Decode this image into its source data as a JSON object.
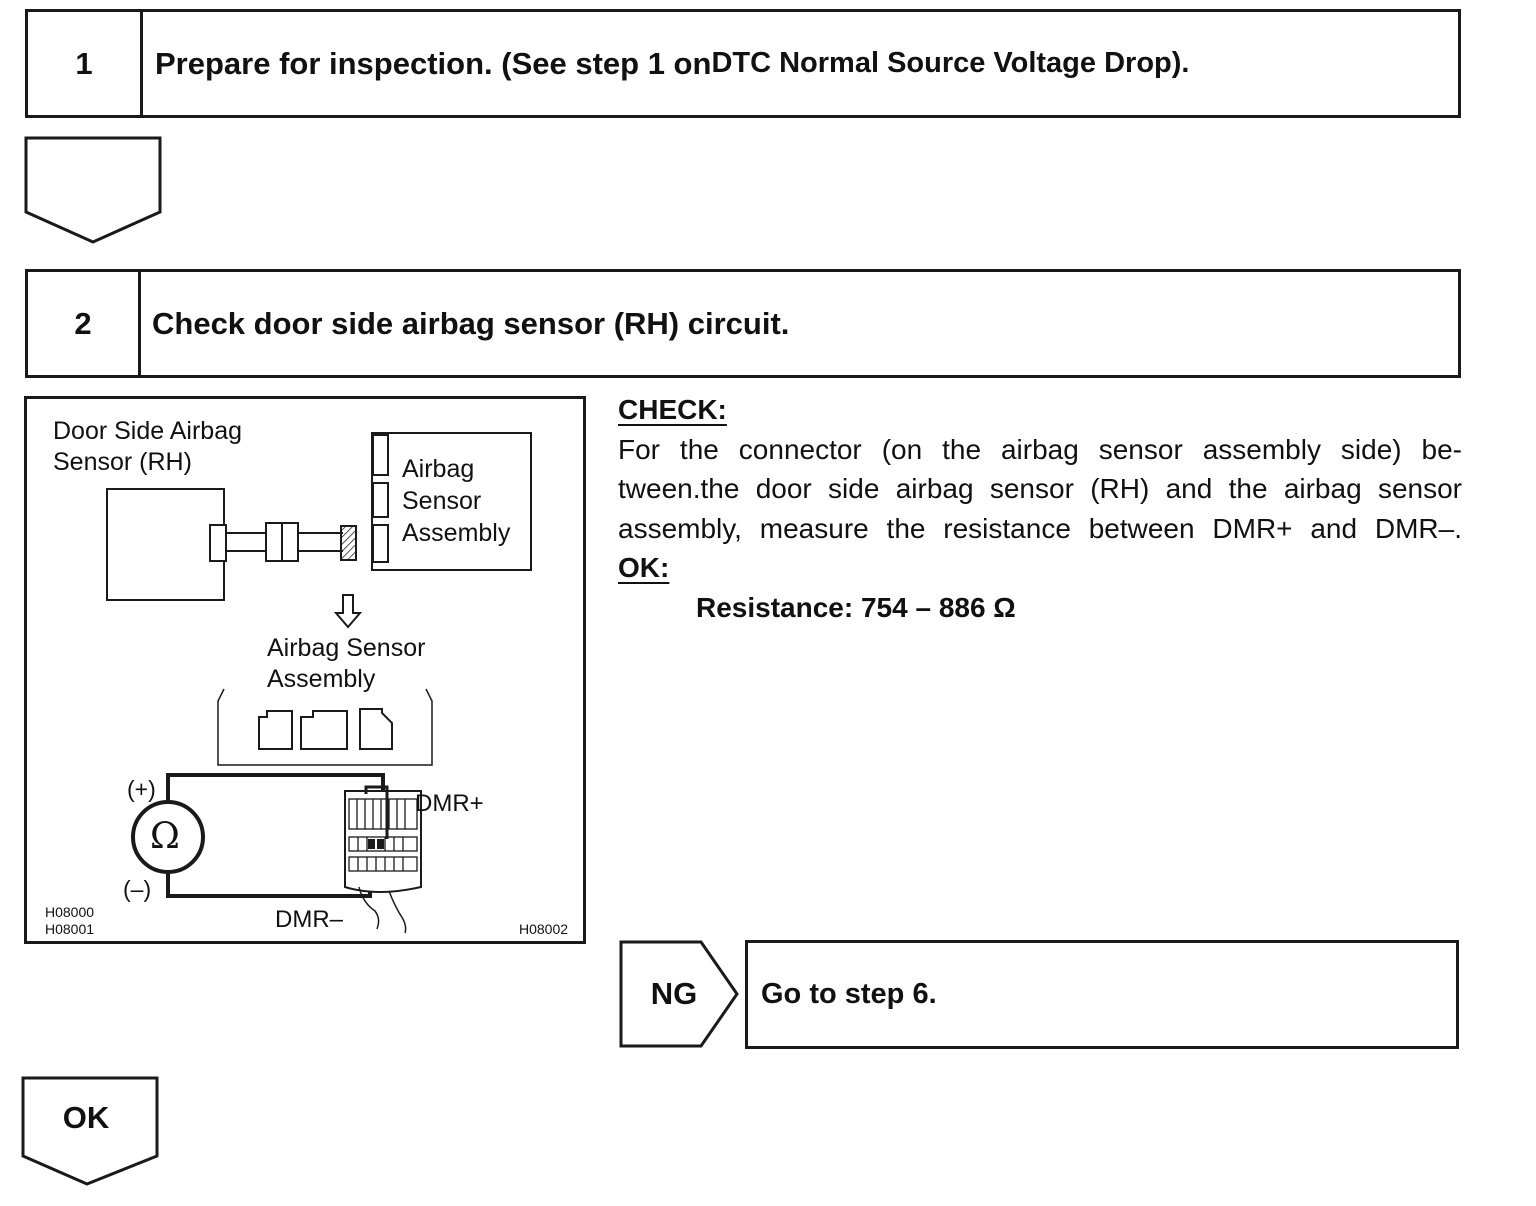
{
  "steps": [
    {
      "number": "1",
      "title_bold": "Prepare for inspection. (See step 1 on",
      "title_rest": " DTC Normal Source Voltage Drop)."
    },
    {
      "number": "2",
      "title_bold": "Check door side airbag sensor (RH) circuit."
    }
  ],
  "figure": {
    "door_sensor_label_line1": "Door Side Airbag",
    "door_sensor_label_line2": "Sensor (RH)",
    "assembly_label_top_line1": "Airbag",
    "assembly_label_top_line2": "Sensor",
    "assembly_label_top_line3": "Assembly",
    "assembly_label_mid_line1": "Airbag Sensor",
    "assembly_label_mid_line2": "Assembly",
    "ohm_symbol": "Ω",
    "plus_label": "(+)",
    "minus_label": "(–)",
    "dmr_plus": "DMR+",
    "dmr_minus": "DMR–",
    "code_left_1": "H08000",
    "code_left_2": "H08001",
    "code_right": "H08002"
  },
  "check": {
    "heading": "CHECK:",
    "line1": "For the connector (on the airbag sensor assembly side) be-",
    "line2": "tween.the door side airbag sensor (RH) and the airbag sensor",
    "line3": "assembly, measure the resistance between DMR+ and DMR–.",
    "ok_heading": "OK:",
    "resistance": "Resistance: 754 – 886 Ω"
  },
  "ng_branch": {
    "label": "NG",
    "action": "Go to step 6."
  },
  "ok_branch": {
    "label": "OK"
  }
}
